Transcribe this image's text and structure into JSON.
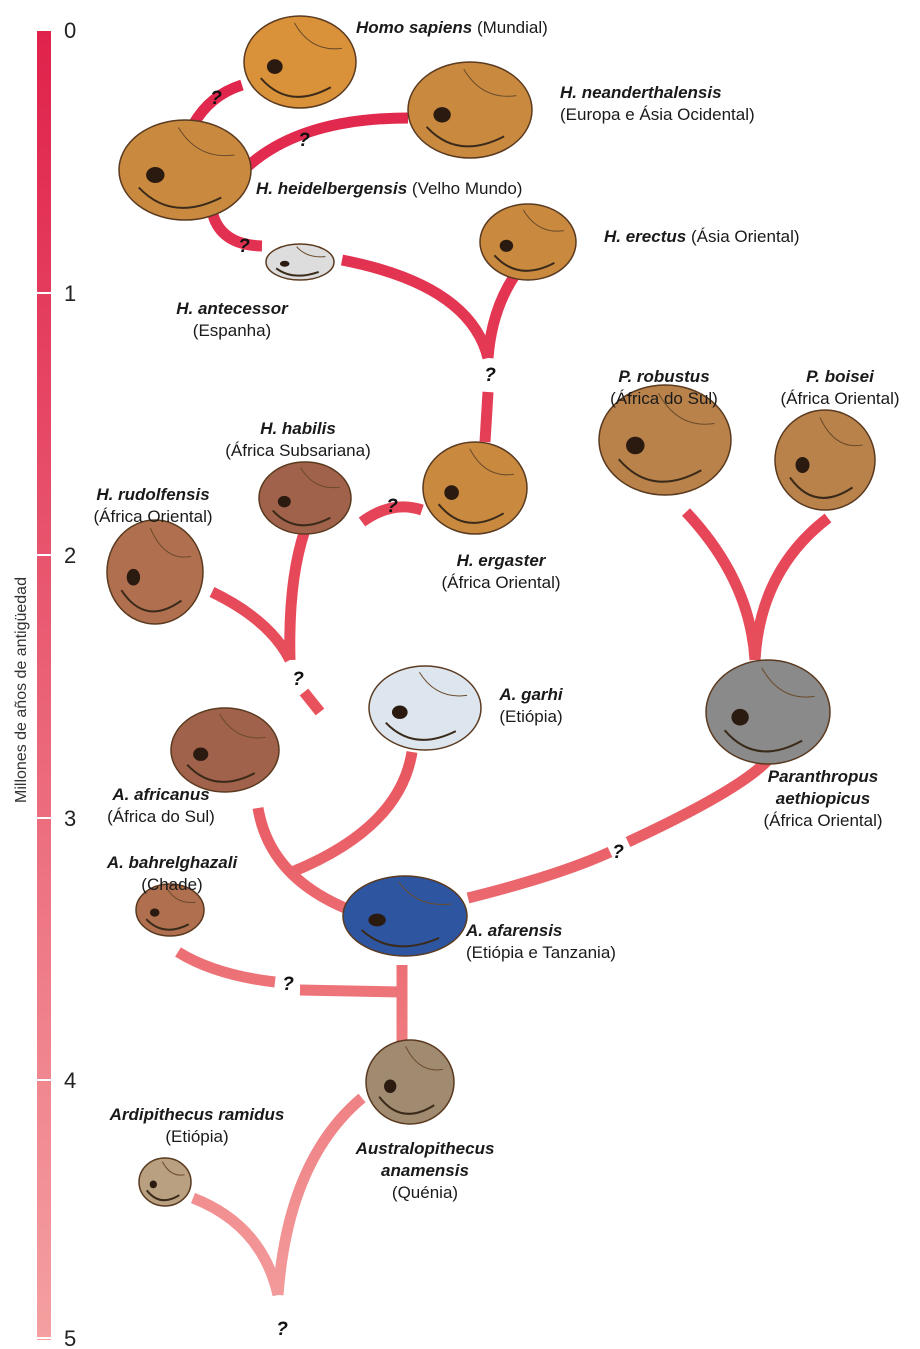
{
  "axis": {
    "title": "Millones de años de antigüedad",
    "ticks": [
      "0",
      "1",
      "2",
      "3",
      "4",
      "5"
    ],
    "color_top": "#e0224b",
    "color_bottom": "#f4a0a0"
  },
  "uncertainty_mark": "?",
  "species": [
    {
      "id": "homo-sapiens",
      "name": "Homo sapiens",
      "region": "(Mundial)",
      "skull": "#d9913a"
    },
    {
      "id": "h-neanderthalensis",
      "name": "H. neanderthalensis",
      "region": "(Europa e Ásia Ocidental)",
      "skull": "#c98a40"
    },
    {
      "id": "h-heidelbergensis",
      "name": "H. heidelbergensis",
      "region": "(Velho Mundo)",
      "skull": "#c98a40"
    },
    {
      "id": "h-erectus",
      "name": "H. erectus",
      "region": "(Ásia Oriental)",
      "skull": "#c98a40"
    },
    {
      "id": "h-antecessor",
      "name": "H. antecessor",
      "region": "(Espanha)",
      "skull": "#dddddd"
    },
    {
      "id": "p-robustus",
      "name": "P. robustus",
      "region": "(África do Sul)",
      "skull": "#b8824a"
    },
    {
      "id": "p-boisei",
      "name": "P. boisei",
      "region": "(África Oriental)",
      "skull": "#b8824a"
    },
    {
      "id": "h-habilis",
      "name": "H. habilis",
      "region": "(África Subsariana)",
      "skull": "#a0624a"
    },
    {
      "id": "h-rudolfensis",
      "name": "H. rudolfensis",
      "region": "(África Oriental)",
      "skull": "#b07050"
    },
    {
      "id": "h-ergaster",
      "name": "H. ergaster",
      "region": "(África Oriental)",
      "skull": "#c98a40"
    },
    {
      "id": "a-garhi",
      "name": "A. garhi",
      "region": "(Etiópia)",
      "skull": "#dde6ee"
    },
    {
      "id": "paranthropus-aethiopicus",
      "name": "Paranthropus aethiopicus",
      "region": "(África Oriental)",
      "skull": "#8a8a8a"
    },
    {
      "id": "a-africanus",
      "name": "A. africanus",
      "region": "(África do Sul)",
      "skull": "#a0624a"
    },
    {
      "id": "a-bahrelghazali",
      "name": "A. bahrelghazali",
      "region": "(Chade)",
      "skull": "#b07050"
    },
    {
      "id": "a-afarensis",
      "name": "A. afarensis",
      "region": "(Etiópia e Tanzania)",
      "skull": "#2e55a0"
    },
    {
      "id": "ardipithecus-ramidus",
      "name": "Ardipithecus ramidus",
      "region": "(Etiópia)",
      "skull": "#b8a080"
    },
    {
      "id": "australopithecus-anamensis",
      "name": "Australopithecus anamensis",
      "region": "(Quénia)",
      "skull": "#a08a70"
    }
  ]
}
